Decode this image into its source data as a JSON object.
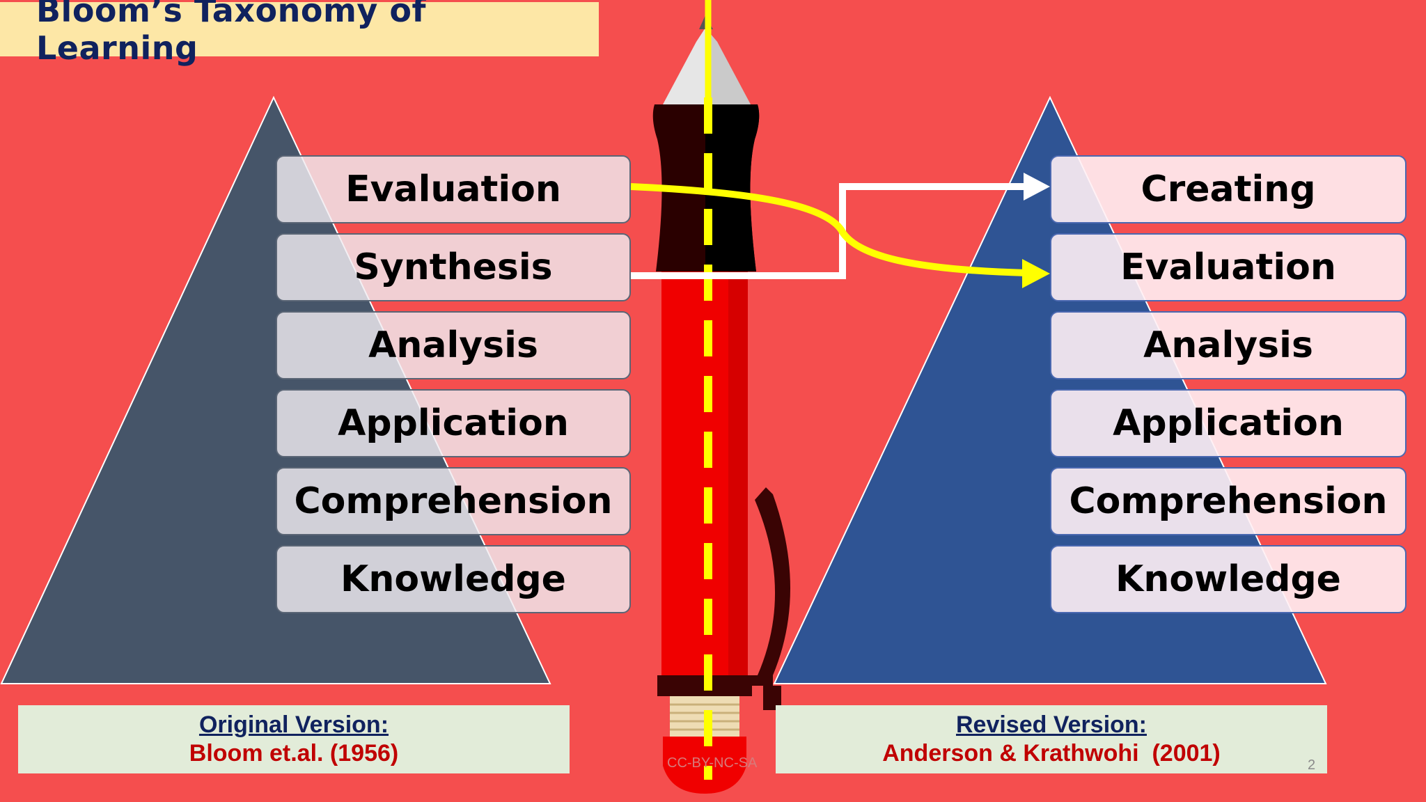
{
  "title": "Bloom’s Taxonomy of Learning",
  "original": {
    "levels": [
      "Evaluation",
      "Synthesis",
      "Analysis",
      "Application",
      "Comprehension",
      "Knowledge"
    ],
    "label": "Original Version:",
    "author": "Bloom et.al. (1956)"
  },
  "revised": {
    "levels": [
      "Creating",
      "Evaluation",
      "Analysis",
      "Application",
      "Comprehension",
      "Knowledge"
    ],
    "label": "Revised Version:",
    "author": "Anderson & Krathwohi  (2001)"
  },
  "license": "CC-BY-NC-SA",
  "page_number": "2",
  "colors": {
    "background": "#f54e4e",
    "left_pyramid": "#465569",
    "right_pyramid": "#2f5494",
    "pencil": "#f00000",
    "arrow_yellow": "#ffff00",
    "title_bg": "#fde7a6"
  },
  "icons": {
    "center": "pencil-icon"
  }
}
